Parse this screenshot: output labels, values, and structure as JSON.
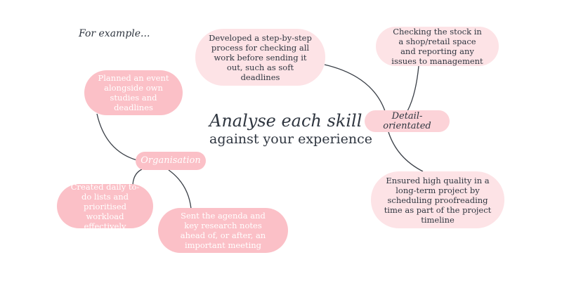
{
  "intro": "For example...",
  "title": {
    "line1": "Analyse each skill",
    "line2": "against your experience"
  },
  "skills": [
    {
      "name": "Organisation",
      "examples": [
        "Planned an event alongside own studies and deadlines",
        "Created daily to-do lists and prioritised workload effectively",
        "Sent the agenda and key research notes ahead of, or after, an important meeting"
      ]
    },
    {
      "name": "Detail-orientated",
      "examples": [
        "Developed a step-by-step process for checking all work before sending it out, such as soft deadlines",
        "Checking the stock in a shop/retail space and reporting any issues to management",
        "Ensured high quality in a long-term project by scheduling proofreading time as part of the project timeline"
      ]
    }
  ],
  "colors": {
    "dark_pink": "#fbc0c7",
    "light_pink": "#fde3e6",
    "text": "#2f3640"
  }
}
